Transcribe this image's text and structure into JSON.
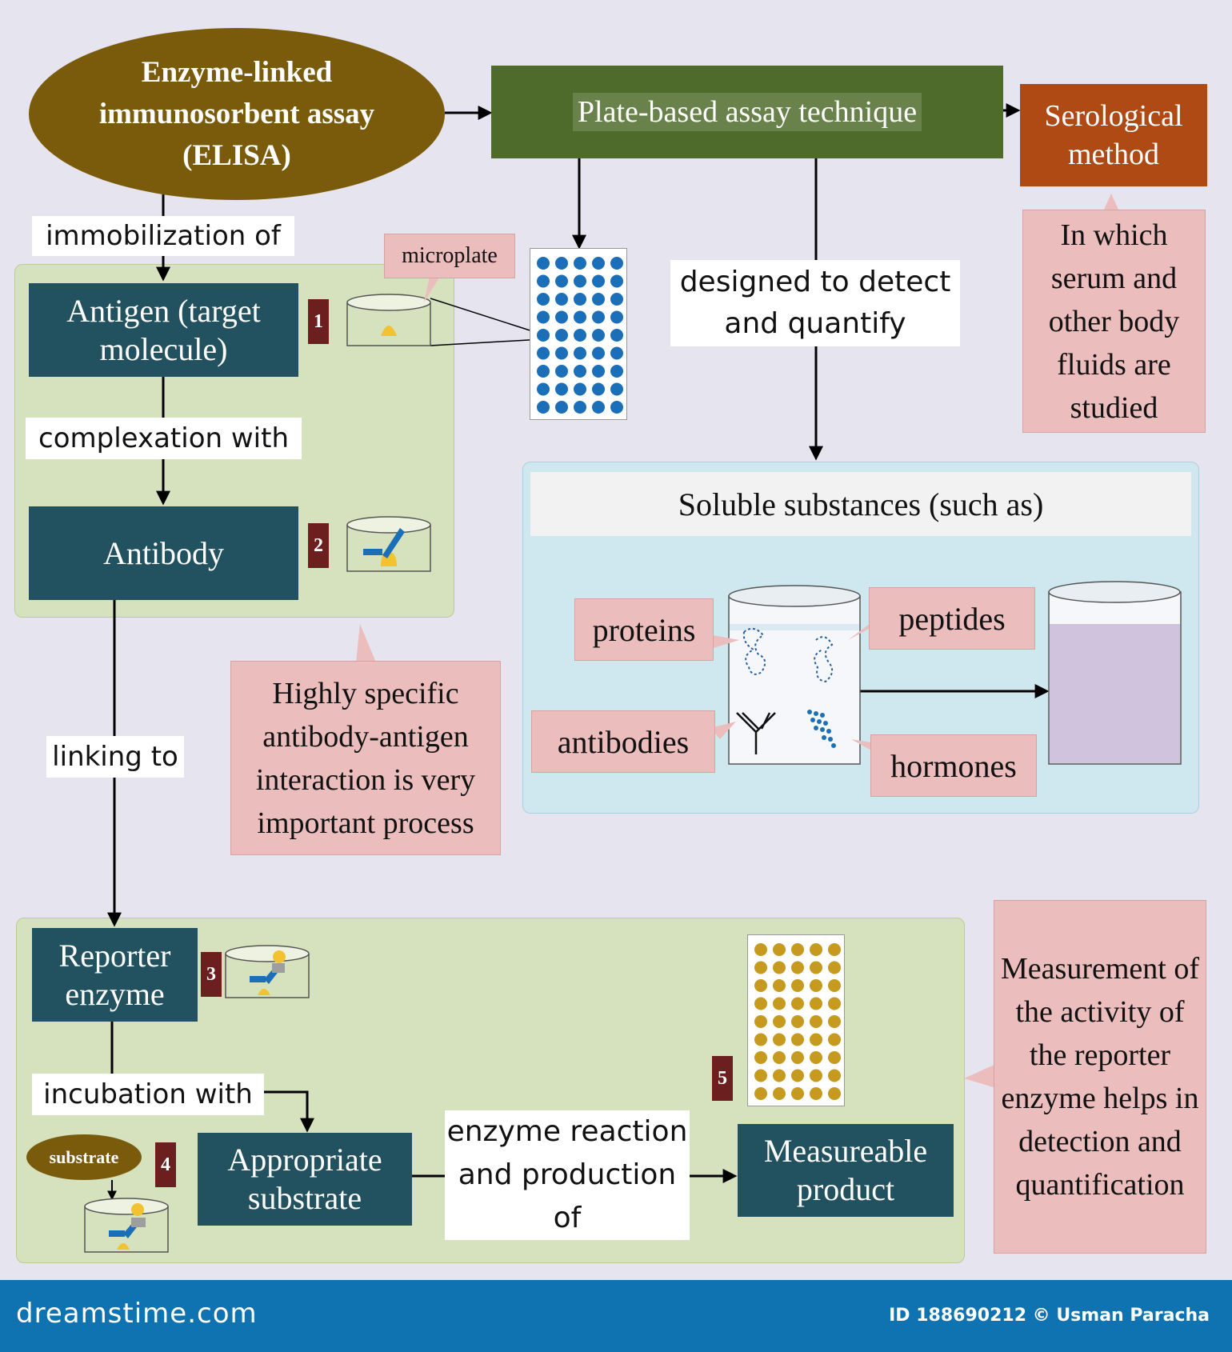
{
  "title_ellipse": "Enzyme-linked immunosorbent assay (ELISA)",
  "plate_based": "Plate-based assay technique",
  "serological": "Serological method",
  "serum_note": "In which serum and other body fluids are studied",
  "immobilization": "immobilization of",
  "microplate": "microplate",
  "antigen": "Antigen (target molecule)",
  "complexation": "complexation with",
  "antibody": "Antibody",
  "designed": "designed to detect and quantify",
  "soluble": "Soluble substances (such as)",
  "substances": {
    "proteins": "proteins",
    "peptides": "peptides",
    "antibodies": "antibodies",
    "hormones": "hormones"
  },
  "specific_note": "Highly specific antibody-antigen interaction is very important process",
  "linking": "linking to",
  "reporter": "Reporter enzyme",
  "incubation": "incubation with",
  "substrate_small": "substrate",
  "appropriate": "Appropriate substrate",
  "enzyme_reaction": "enzyme reaction and production of",
  "measureable": "Measureable product",
  "measurement_note": "Measurement of the activity of the reporter enzyme helps in detection and quantification",
  "steps": [
    "1",
    "2",
    "3",
    "4",
    "5"
  ],
  "footer": {
    "brand": "dreamstime.com",
    "id_credit": "ID 188690212 © Usman Paracha"
  },
  "colors": {
    "ellipse": "#7a5b0b",
    "plate_box": "#4f6b2c",
    "serological_box": "#b04a14",
    "teal": "#22525f",
    "pink": "#ebbdbd",
    "green_panel": "#d5e2bd",
    "blue_panel": "#cfe8f0",
    "footer": "#0e73b0",
    "dots_blue": "#1b6fb8",
    "dots_gold": "#c59a1e"
  }
}
